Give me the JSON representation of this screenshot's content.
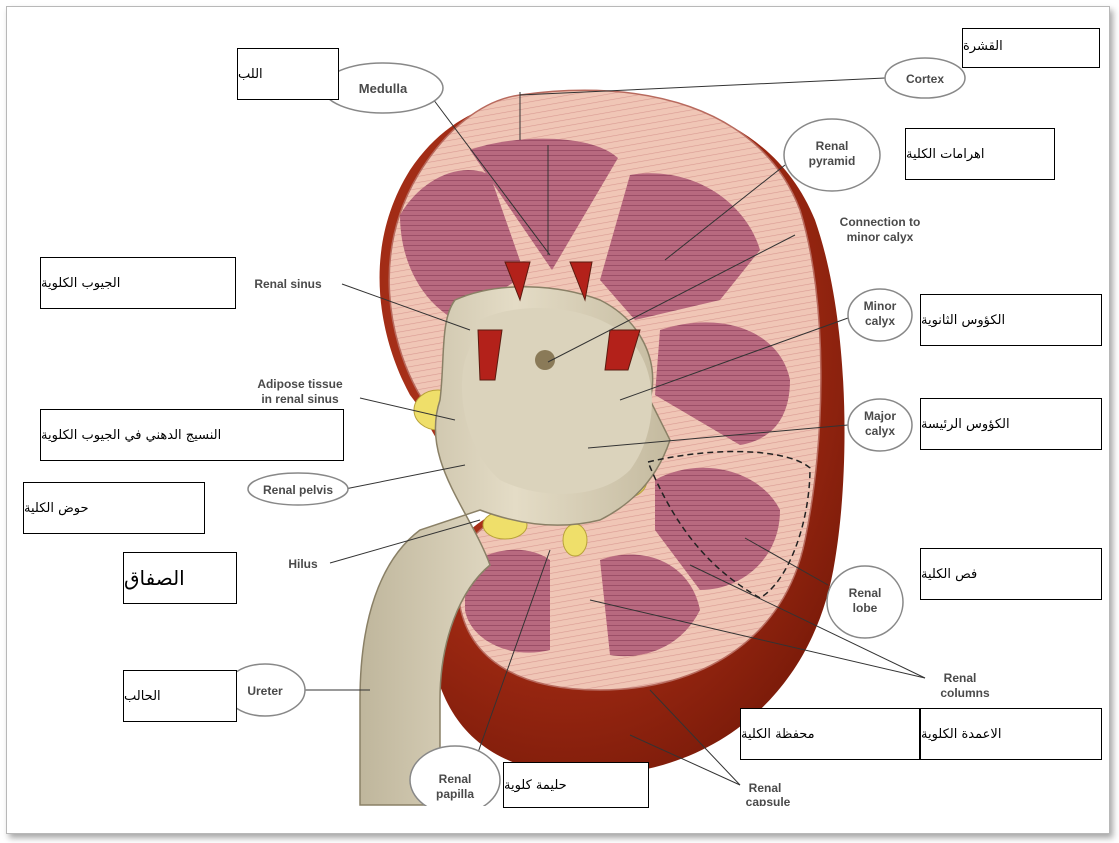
{
  "colors": {
    "cortex": "#f2c9b8",
    "pyramid": "#b4667f",
    "sinus": "#d9d2bd",
    "capsule": "#9e2a16",
    "fat": "#eedd6a"
  },
  "english_labels": {
    "medulla": "Medulla",
    "cortex": "Cortex",
    "renal_pyramid_1": "Renal",
    "renal_pyramid_2": "pyramid",
    "connection_1": "Connection to",
    "connection_2": "minor calyx",
    "renal_sinus": "Renal sinus",
    "minor_calyx_1": "Minor",
    "minor_calyx_2": "calyx",
    "adipose_1": "Adipose tissue",
    "adipose_2": "in renal sinus",
    "major_calyx_1": "Major",
    "major_calyx_2": "calyx",
    "renal_pelvis": "Renal pelvis",
    "hilus": "Hilus",
    "renal_lobe_1": "Renal",
    "renal_lobe_2": "lobe",
    "renal_columns_1": "Renal",
    "renal_columns_2": "columns",
    "ureter": "Ureter",
    "renal_papilla_1": "Renal",
    "renal_papilla_2": "papilla",
    "renal_capsule_1": "Renal",
    "renal_capsule_2": "capsule"
  },
  "arabic_labels": {
    "cortex": "القشرة",
    "medulla": "اللب",
    "renal_pyramids": "اهرامات الكلية",
    "renal_sinus": "الجيوب الكلوية",
    "minor_calyx": "الكؤوس الثانوية",
    "major_calyx": "الكؤوس الرئيسة",
    "adipose": "النسيج الدهني في الجيوب الكلوية",
    "renal_pelvis": "حوض الكلية",
    "hilus": "الصفاق",
    "renal_lobe": "فص الكلية",
    "ureter": "الحالب",
    "renal_capsule": "محفظة الكلية",
    "renal_columns": "الاعمدة الكلوية",
    "renal_papilla": "حليمة كلوية"
  }
}
